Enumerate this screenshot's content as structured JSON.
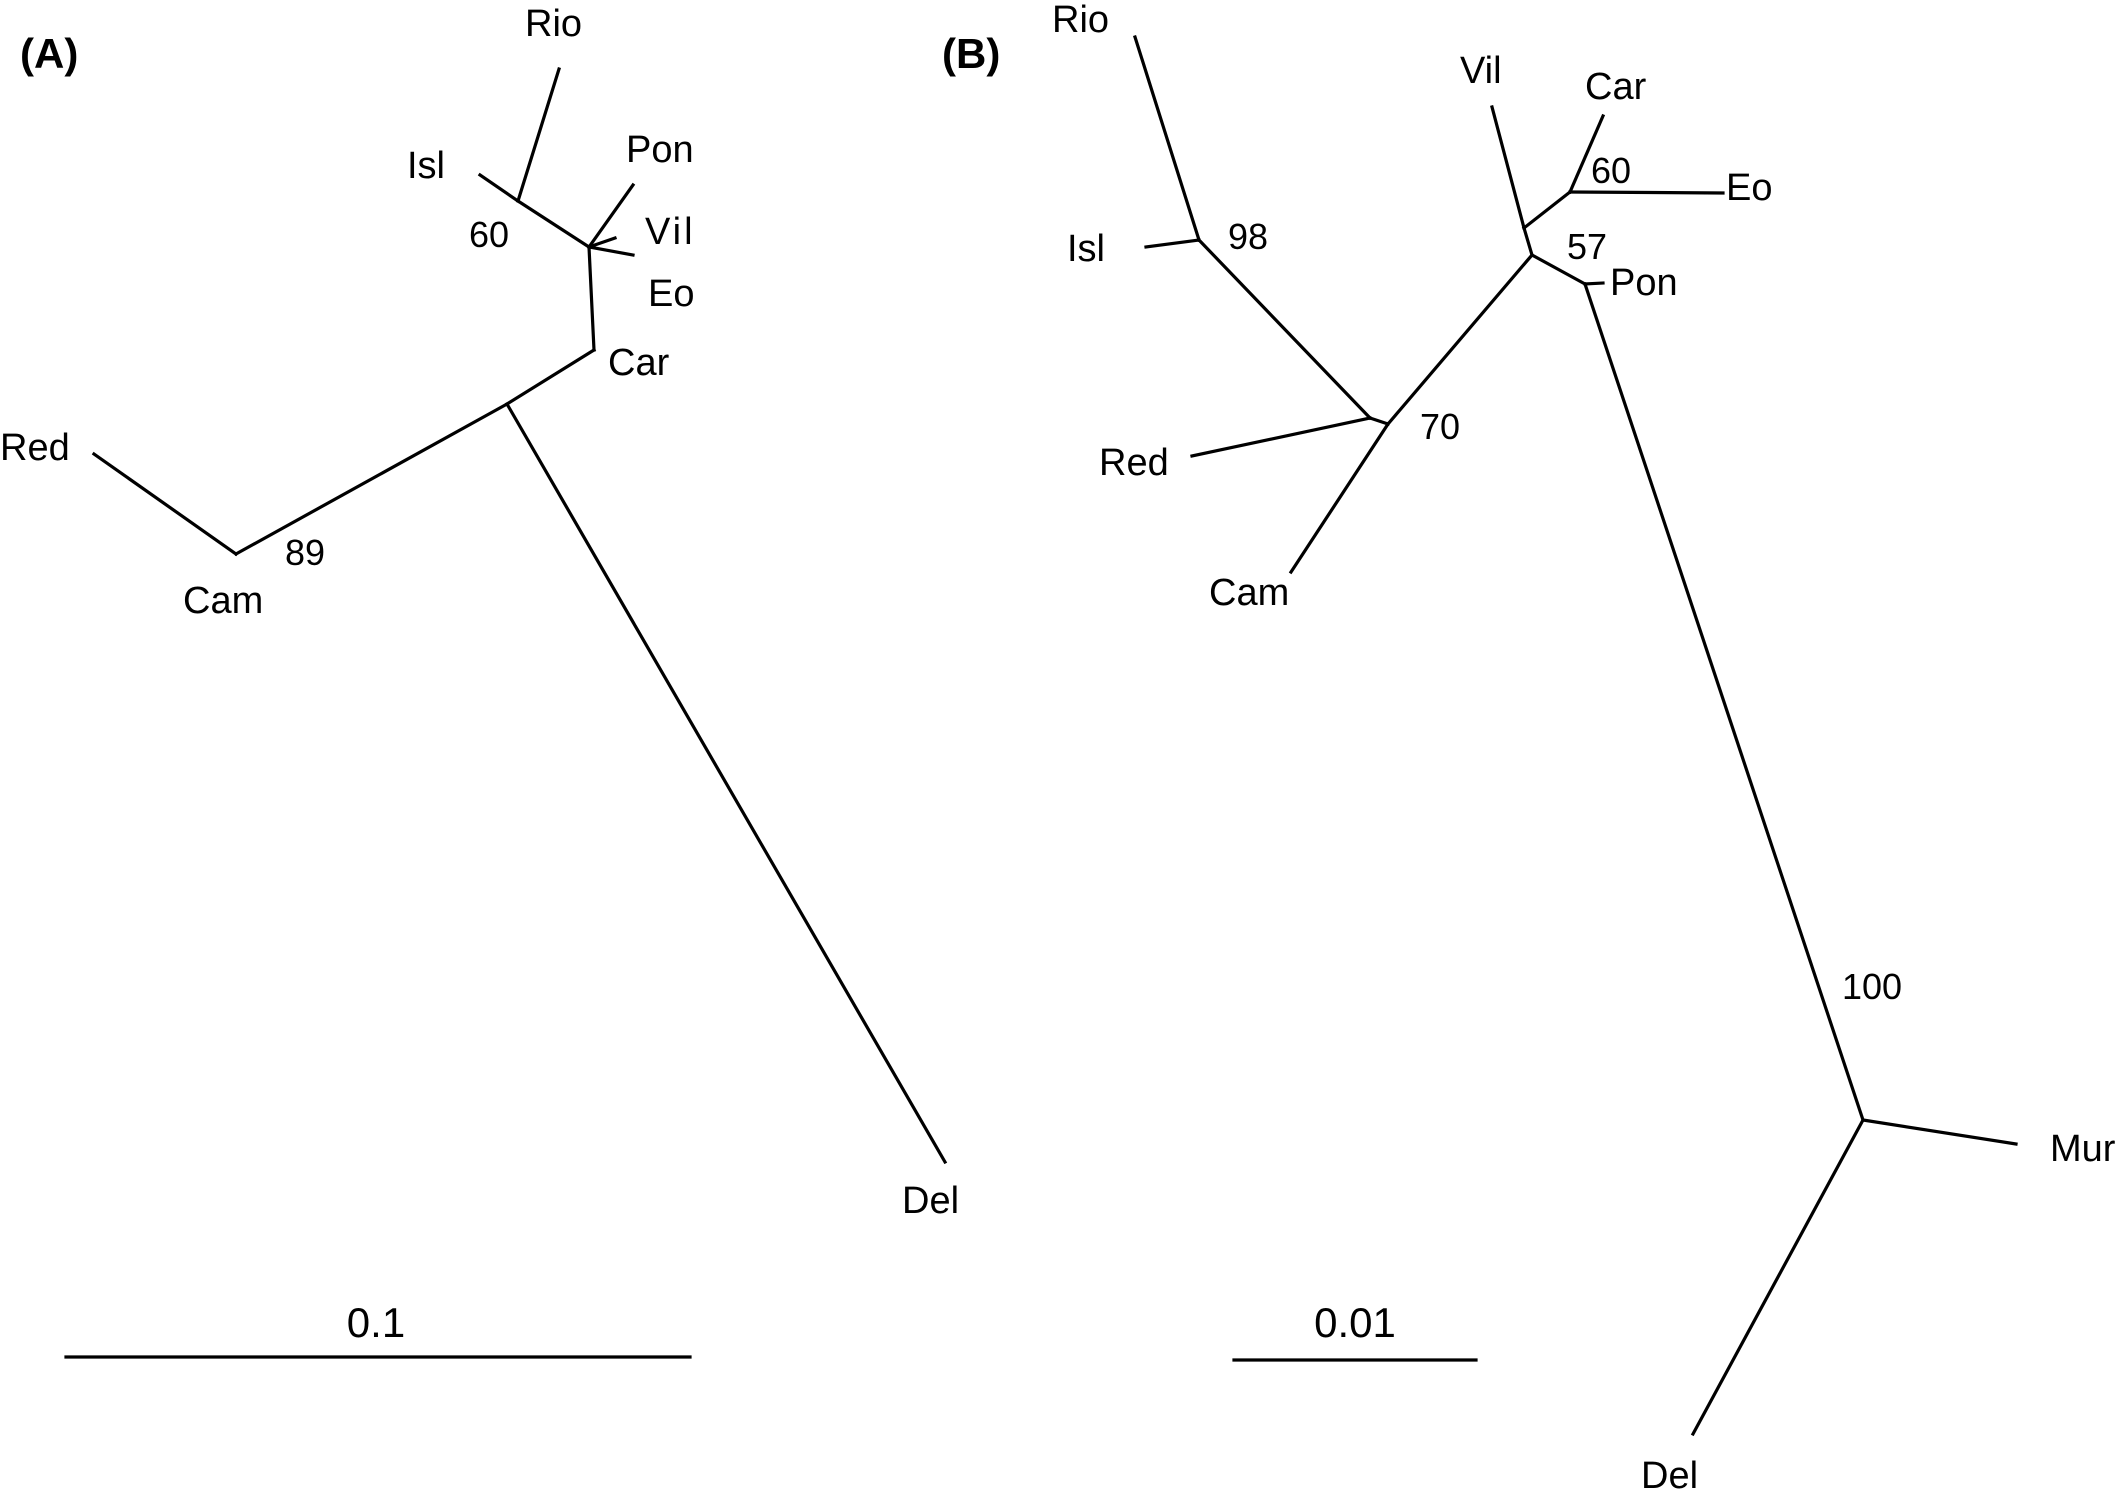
{
  "panels": {
    "a": {
      "label": "(A)",
      "taxa": {
        "rio": "Rio",
        "isl": "Isl",
        "pon": "Pon",
        "vil": "Vil",
        "eo": "Eo",
        "car": "Car",
        "red": "Red",
        "cam": "Cam",
        "del": "Del"
      },
      "bootstrap": {
        "isl_rio": "60",
        "red_cam": "89"
      },
      "scale_bar": "0.1"
    },
    "b": {
      "label": "(B)",
      "taxa": {
        "rio": "Rio",
        "isl": "Isl",
        "vil": "Vil",
        "car": "Car",
        "eo": "Eo",
        "pon": "Pon",
        "red": "Red",
        "cam": "Cam",
        "mur": "Mur",
        "del": "Del"
      },
      "bootstrap": {
        "rio_isl": "98",
        "car_eo": "60",
        "pon": "57",
        "main": "70",
        "mur_del": "100"
      },
      "scale_bar": "0.01"
    }
  },
  "colors": {
    "line": "#000000",
    "text": "#000000",
    "background": "#ffffff"
  }
}
